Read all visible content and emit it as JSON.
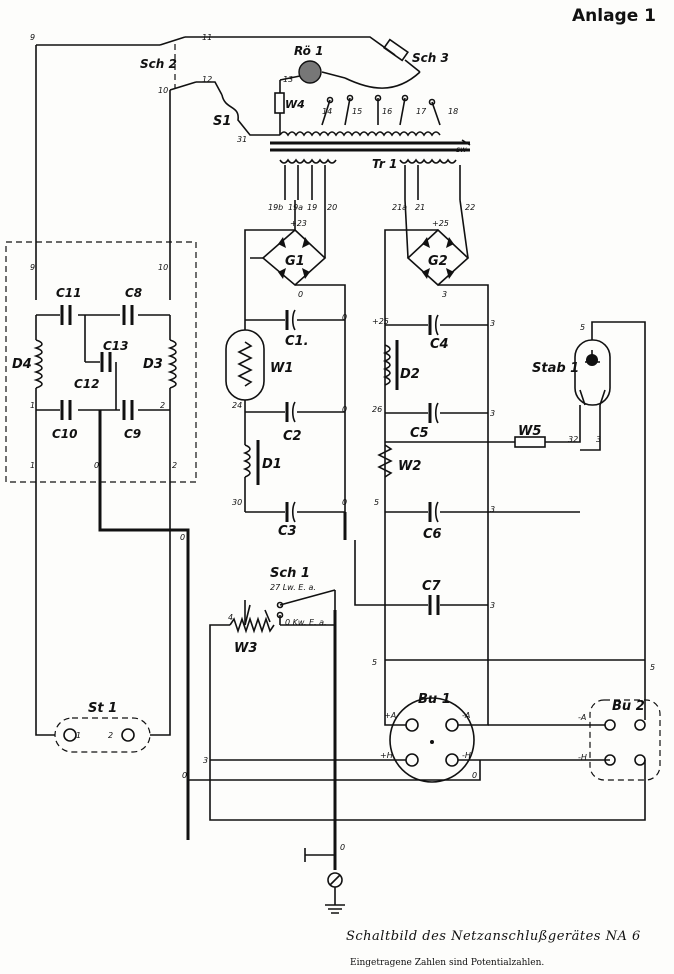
{
  "sheet_label": "Anlage 1",
  "caption": "Schaltbild des Netzanschlußgerätes NA 6",
  "subcaption": "Eingetragene Zahlen sind Potentialzahlen.",
  "components": {
    "sch2": "Sch 2",
    "sch3": "Sch 3",
    "sch1": "Sch 1",
    "ro1": "Rö 1",
    "w4": "W4",
    "s1": "S1",
    "tr1": "Tr 1",
    "g1": "G1",
    "g2": "G2",
    "c11": "C11",
    "c8": "C8",
    "c13": "C13",
    "c12": "C12",
    "c10": "C10",
    "c9": "C9",
    "d4": "D4",
    "d3": "D3",
    "d2": "D2",
    "d1": "D1",
    "c1": "C1.",
    "c2": "C2",
    "c3": "C3",
    "c4": "C4",
    "c5": "C5",
    "c6": "C6",
    "c7": "C7",
    "w1": "W1",
    "w2": "W2",
    "w3": "W3",
    "w5": "W5",
    "stab1": "Stab 1",
    "st1": "St 1",
    "bu1": "Bu 1",
    "bu2": "Bu 2",
    "sch1_pos1": "27 Lw. E. a.",
    "sch1_pos2": "0 Kw. E. a.",
    "sw": "sw"
  },
  "nodes": {
    "n9": "9",
    "n11": "11",
    "n12": "12",
    "n10": "10",
    "n31": "31",
    "n13": "13",
    "n14": "14",
    "n15": "15",
    "n16": "16",
    "n17": "17",
    "n18": "18",
    "n19b": "19b",
    "n19a": "19a",
    "n19": "19",
    "n20": "20",
    "n21a": "21a",
    "n21": "21",
    "n22": "22",
    "n23": "+23",
    "n25": "+25",
    "n0": "0",
    "n3": "3",
    "n1": "1",
    "n2": "2",
    "n24": "24",
    "n26": "26",
    "n5": "5",
    "n30": "30",
    "n32": "32",
    "n4": "4",
    "bu_a": "+A",
    "bu_h": "+H",
    "bu_ma": "-A",
    "bu_mh": "-H",
    "st_1": "1",
    "st_2": "2"
  },
  "icons": [
    "ground-symbol",
    "tube-symbol",
    "rectifier-bridge"
  ]
}
